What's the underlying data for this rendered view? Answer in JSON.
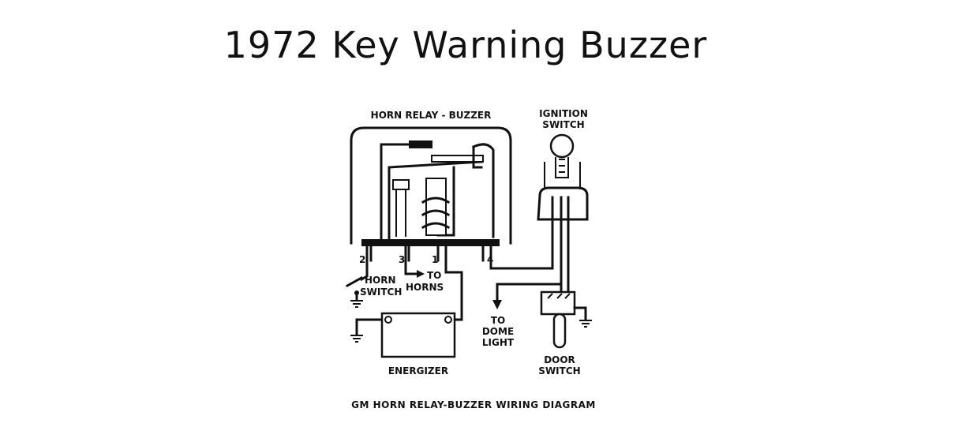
{
  "title": "1972 Key Warning Buzzer",
  "labels": {
    "relay": "HORN RELAY - BUZZER",
    "ignition1": "IGNITION",
    "ignition2": "SWITCH",
    "t2": "2",
    "t3": "3",
    "t1": "1",
    "t4": "4",
    "horn1": "HORN",
    "horn2": "SWITCH",
    "to": "TO",
    "horns": "HORNS",
    "dome1": "TO",
    "dome2": "DOME",
    "dome3": "LIGHT",
    "door1": "DOOR",
    "door2": "SWITCH",
    "energizer": "ENERGIZER"
  },
  "caption": "GM HORN RELAY-BUZZER WIRING DIAGRAM"
}
